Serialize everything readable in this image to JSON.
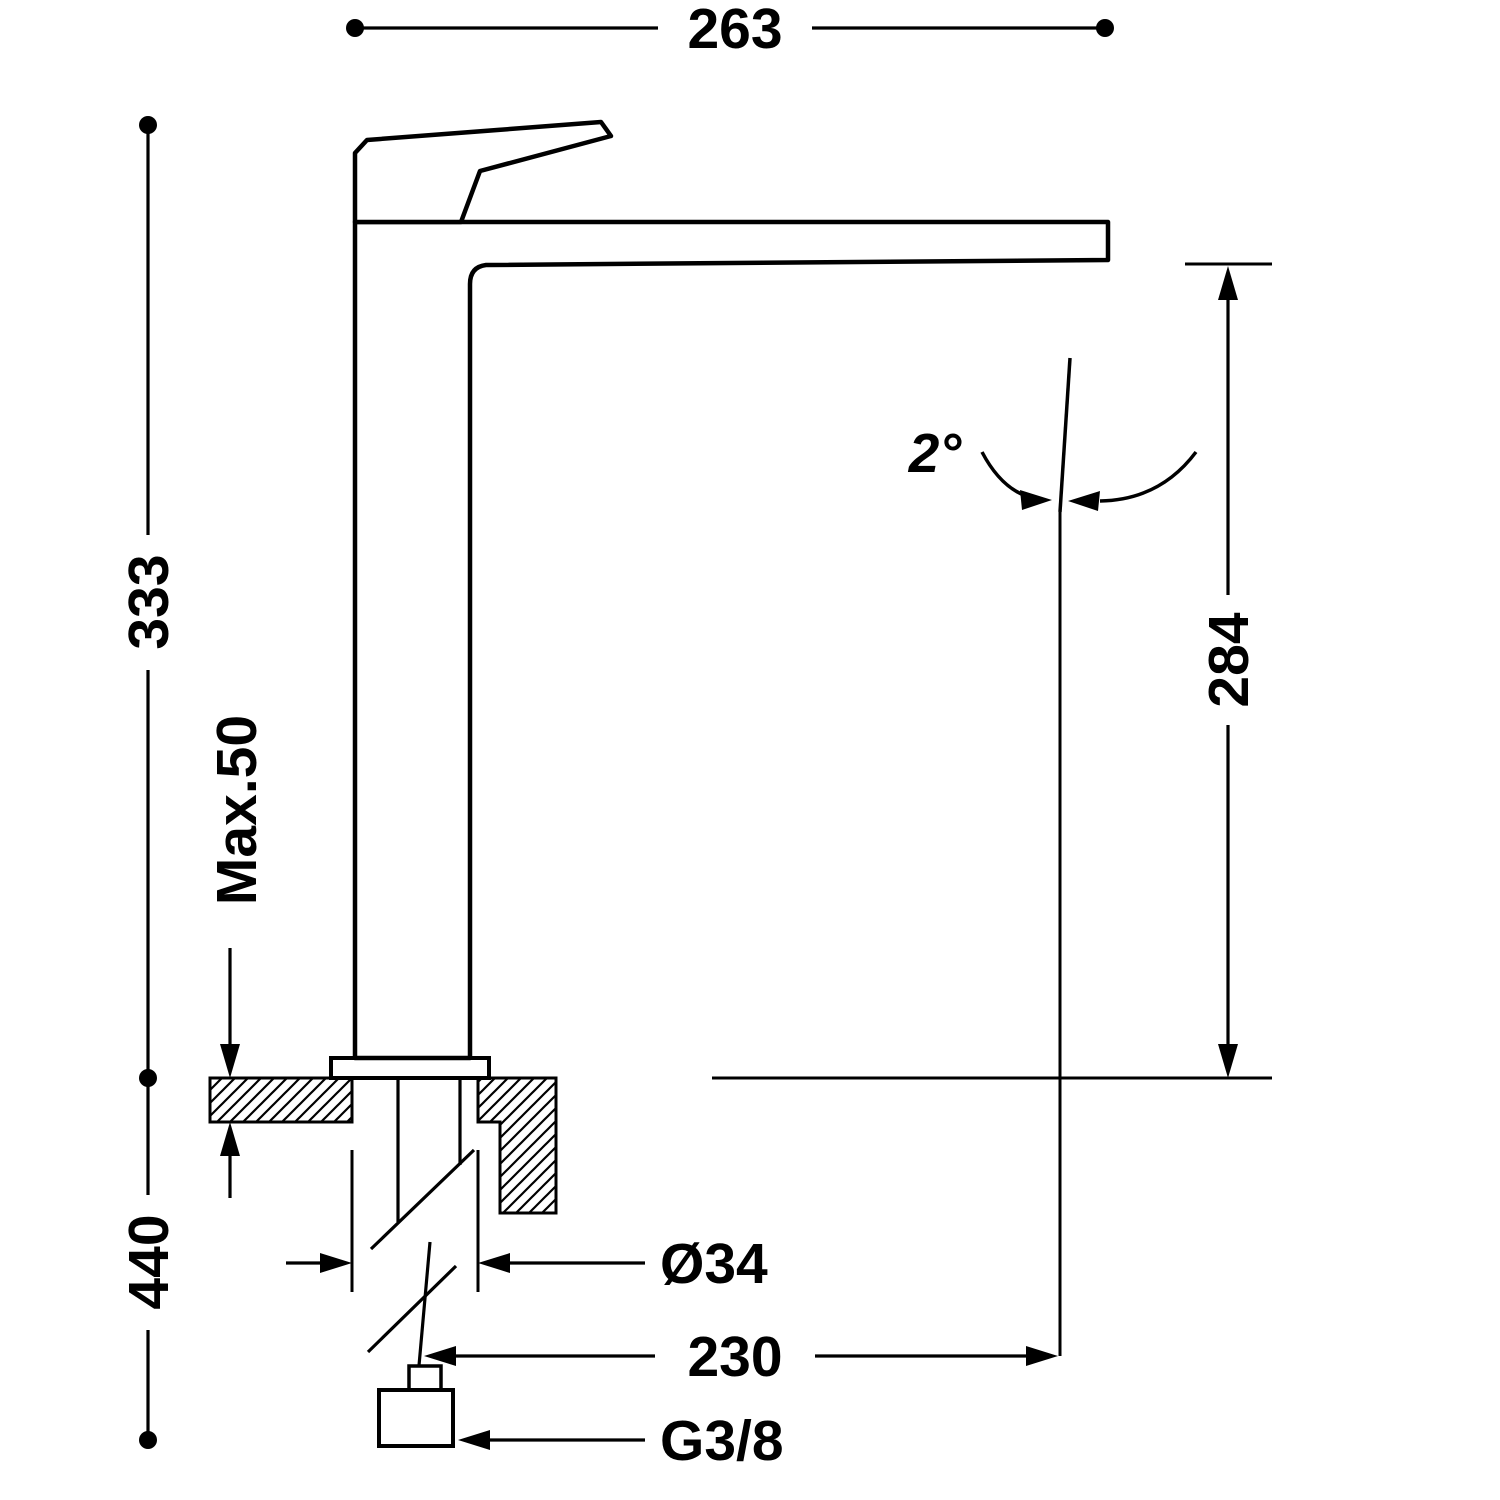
{
  "drawing": {
    "background": "#ffffff",
    "line_color": "#000000",
    "dimensions": {
      "overall_width": "263",
      "height_above_deck": "333",
      "max_deck_thickness": "Max.50",
      "length_below_deck": "440",
      "spout_height": "284",
      "spout_angle": "2°",
      "hole_diameter": "Ø34",
      "spout_reach": "230",
      "connection_thread": "G3/8"
    }
  }
}
